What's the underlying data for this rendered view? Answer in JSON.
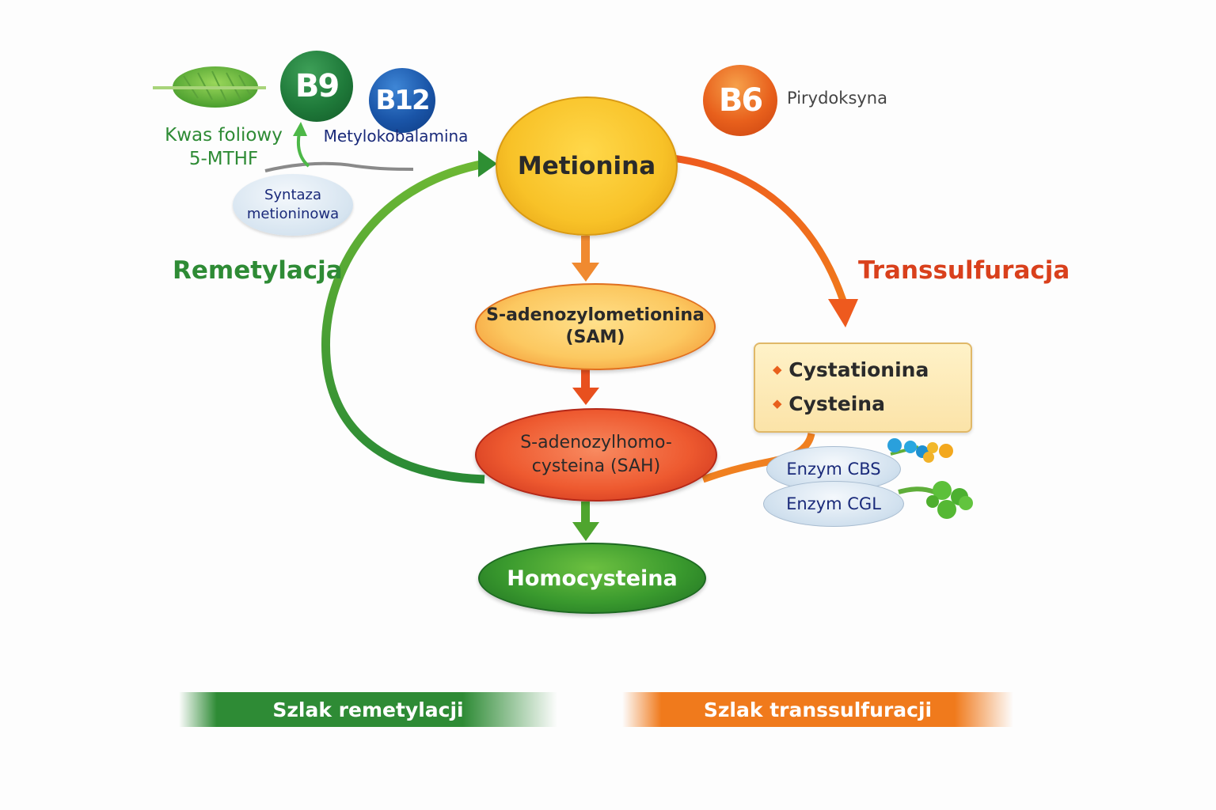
{
  "nodes": {
    "methionine": "Metionina",
    "sam_line1": "S-adenozylometionina",
    "sam_line2": "(SAM)",
    "sah_line1": "S-adenozylhomo-",
    "sah_line2": "cysteina (SAH)",
    "homocysteine": "Homocysteina"
  },
  "vitamins": {
    "b9": {
      "badge": "B9",
      "name_line1": "Kwas foliowy",
      "name_line2": "5-MTHF",
      "color": "#1f7a3a"
    },
    "b12": {
      "badge": "B12",
      "name": "Metylokobalamina",
      "color": "#1a55a8"
    },
    "b6": {
      "badge": "B6",
      "name": "Pirydoksyna",
      "color": "#e8601c"
    }
  },
  "enzymes": {
    "methionine_synthase_line1": "Syntaza",
    "methionine_synthase_line2": "metioninowa",
    "cbs": "Enzym CBS",
    "cgl": "Enzym CGL"
  },
  "pathways": {
    "remethylation": "Remetylacja",
    "transsulfuration": "Transsulfuracja"
  },
  "products": {
    "items": [
      "Cystationina",
      "Cysteina"
    ]
  },
  "legend": {
    "remethylation_bar": "Szlak remetylacji",
    "transsulfuration_bar": "Szlak transsulfuracji"
  },
  "colors": {
    "green": "#2e8b35",
    "orange": "#f07a1c",
    "red_text": "#d9401c",
    "navy_text": "#1a2a7a"
  }
}
